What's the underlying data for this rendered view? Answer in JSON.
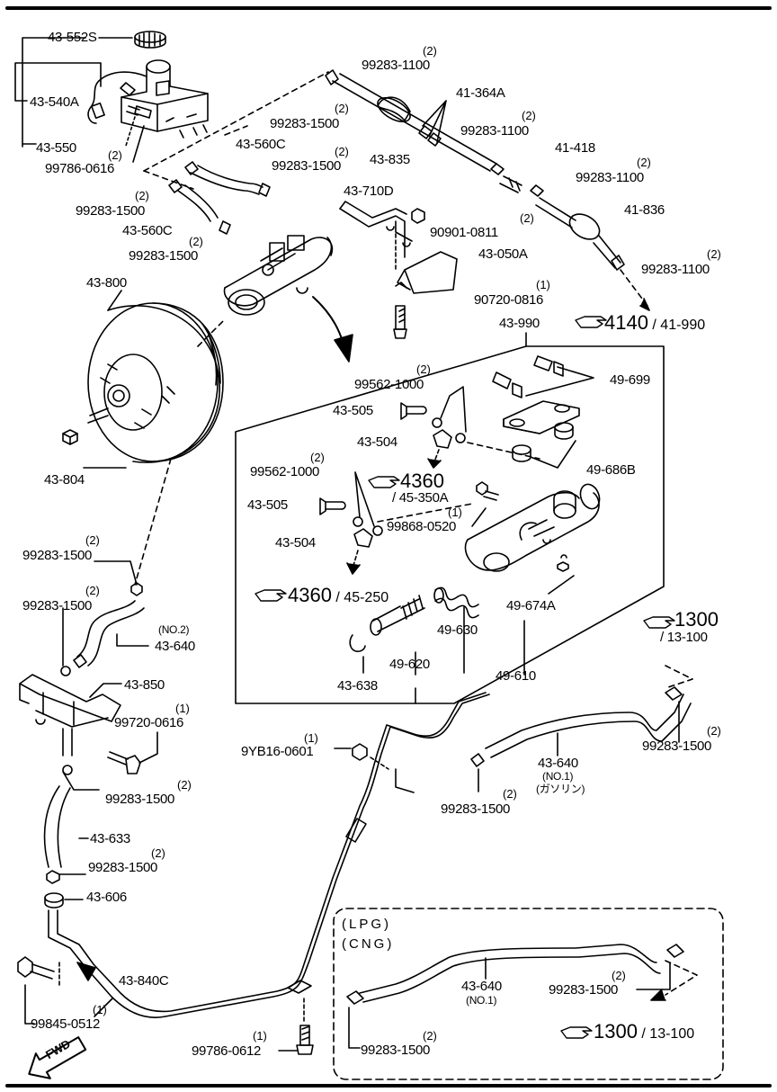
{
  "parts": {
    "p43_552s": "43-552S",
    "p43_540a": "43-540A",
    "p43_550": "43-550",
    "p99786_0616": "99786-0616",
    "p99786_0616_qty": "(2)",
    "p99283_1100_a": "99283-1100",
    "p99283_1100_a_qty": "(2)",
    "p99283_1500_a": "99283-1500",
    "p99283_1500_a_qty": "(2)",
    "p43_560c_a": "43-560C",
    "p99283_1500_b": "99283-1500",
    "p99283_1500_b_qty": "(2)",
    "p99283_1500_c": "99283-1500",
    "p99283_1500_c_qty": "(2)",
    "p43_560c_b": "43-560C",
    "p99283_1500_d": "99283-1500",
    "p99283_1500_d_qty": "(2)",
    "p41_364a": "41-364A",
    "p99283_1100_b": "99283-1100",
    "p99283_1100_b_qty": "(2)",
    "p43_835": "43-835",
    "p41_418": "41-418",
    "p99283_1100_c": "99283-1100",
    "p99283_1100_c_qty": "(2)",
    "p41_836": "41-836",
    "p99283_1100_d": "99283-1100",
    "p99283_1100_d_qty": "(2)",
    "p43_710d": "43-710D",
    "p90901_0811": "90901-0811",
    "p90901_0811_qty": "(2)",
    "p43_050a": "43-050A",
    "p90720_0816": "90720-0816",
    "p90720_0816_qty": "(1)",
    "p43_800": "43-800",
    "p43_804": "43-804",
    "p43_990": "43-990",
    "p49_699": "49-699",
    "p99562_1000_a": "99562-1000",
    "p99562_1000_a_qty": "(2)",
    "p43_505_a": "43-505",
    "p43_504_a": "43-504",
    "p49_686b": "49-686B",
    "p99562_1000_b": "99562-1000",
    "p99562_1000_b_qty": "(2)",
    "p43_505_b": "43-505",
    "p99868_0520": "99868-0520",
    "p99868_0520_qty": "(1)",
    "p43_504_b": "43-504",
    "p49_674a": "49-674A",
    "p49_630": "49-630",
    "p49_620": "49-620",
    "p49_610": "49-610",
    "p43_638": "43-638",
    "p99283_1500_e": "99283-1500",
    "p99283_1500_e_qty": "(2)",
    "p99283_1500_f": "99283-1500",
    "p99283_1500_f_qty": "(2)",
    "p43_640_no2": "43-640",
    "p43_640_no2_note": "(NO.2)",
    "p43_850": "43-850",
    "p99720_0616": "99720-0616",
    "p99720_0616_qty": "(1)",
    "p99283_1500_g": "99283-1500",
    "p99283_1500_g_qty": "(2)",
    "p43_633": "43-633",
    "p99283_1500_h": "99283-1500",
    "p99283_1500_h_qty": "(2)",
    "p43_606": "43-606",
    "p9yb16_0601": "9YB16-0601",
    "p9yb16_0601_qty": "(1)",
    "p43_640_no1": "43-640",
    "p43_640_no1_note": "(NO.1)",
    "p43_640_no1_fuel": "(ガソリン)",
    "p99283_1500_i": "99283-1500",
    "p99283_1500_i_qty": "(2)",
    "p99283_1500_j": "99283-1500",
    "p99283_1500_j_qty": "(2)",
    "p43_840c": "43-840C",
    "p99845_0512": "99845-0512",
    "p99845_0512_qty": "(1)",
    "p99786_0612": "99786-0612",
    "p99786_0612_qty": "(1)",
    "lpg": "(LPG)",
    "cng": "(CNG)",
    "p43_640_inset": "43-640",
    "p43_640_inset_note": "(NO.1)",
    "p99283_1500_k": "99283-1500",
    "p99283_1500_k_qty": "(2)",
    "p99283_1500_l": "99283-1500",
    "p99283_1500_l_qty": "(2)",
    "fwd": "FWD"
  },
  "refs": {
    "r4140_num": "4140",
    "r4140_sub": "/ 41-990",
    "r4360a_num": "4360",
    "r4360a_sub": "/ 45-350A",
    "r4360b_num": "4360",
    "r4360b_sub": "/ 45-250",
    "r1300a_num": "1300",
    "r1300a_sub": "/ 13-100",
    "r1300b_num": "1300",
    "r1300b_sub": "/ 13-100"
  },
  "icons": {
    "ref_pointer": "pointing-hand-icon",
    "direction": "fwd-arrow-icon"
  }
}
